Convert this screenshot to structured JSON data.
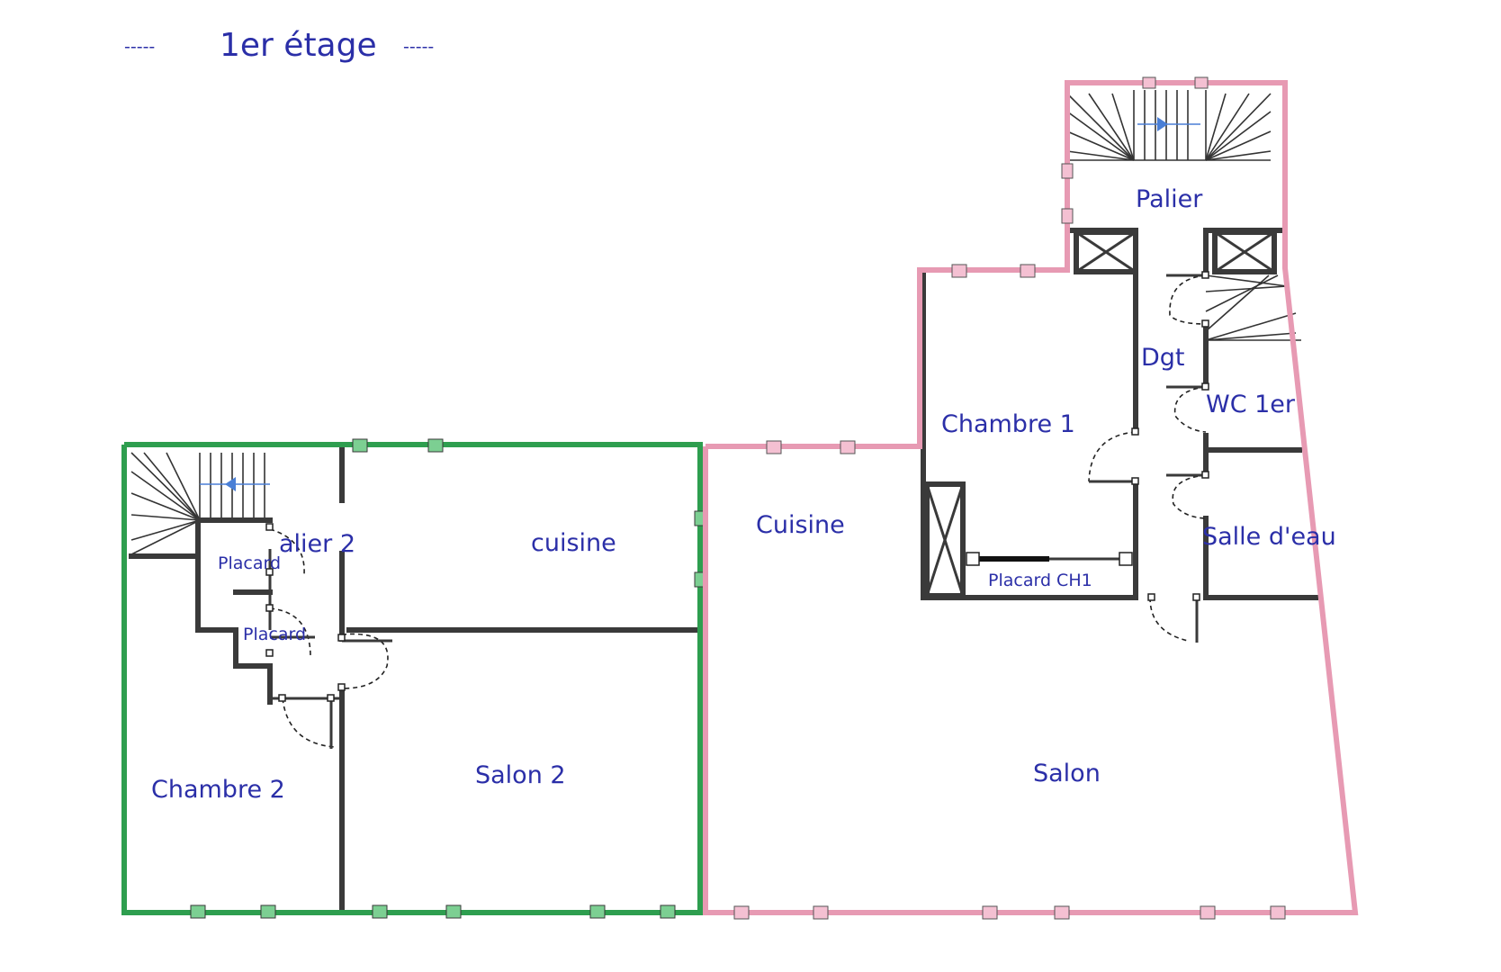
{
  "title": "1er étage",
  "title_dashes": "-----",
  "rooms": {
    "palier": "Palier",
    "dgt": "Dgt",
    "wc": "WC 1er",
    "chambre1": "Chambre 1",
    "salle_eau": "Salle d'eau",
    "placard_ch1": "Placard CH1",
    "cuisine_right": "Cuisine",
    "salon": "Salon",
    "palier2": "alier 2",
    "cuisine_left": "cuisine",
    "placard_a": "Placard",
    "placard_b": "Placard",
    "chambre2": "Chambre 2",
    "salon2": "Salon 2"
  },
  "colors": {
    "label": "#2b2fa8",
    "zone_left": "#2e9e4f",
    "zone_right": "#e79ab3",
    "walls": "#3a3a3a"
  }
}
